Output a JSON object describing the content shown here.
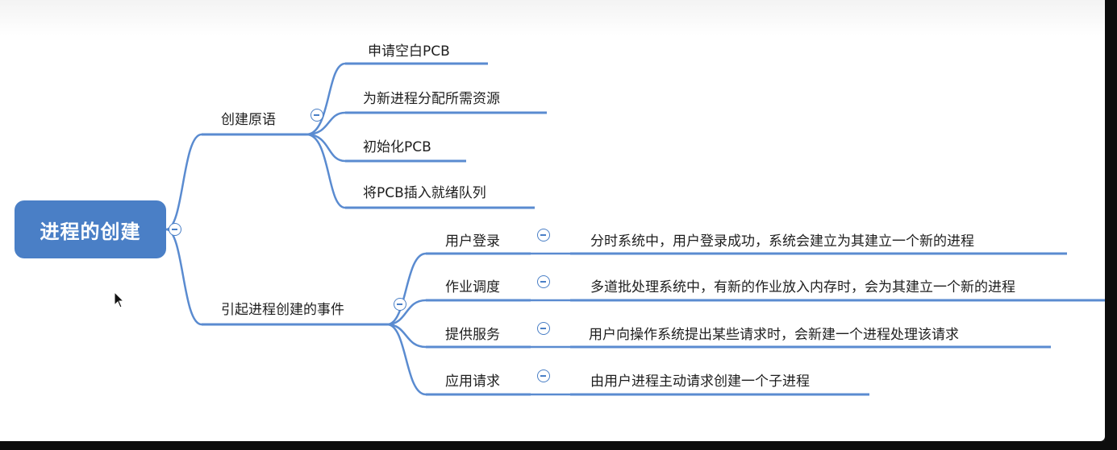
{
  "root": {
    "label": "进程的创建"
  },
  "branches": [
    {
      "label": "创建原语",
      "children": [
        "申请空白PCB",
        "为新进程分配所需资源",
        "初始化PCB",
        "将PCB插入就绪队列"
      ]
    },
    {
      "label": "引起进程创建的事件",
      "children": [
        {
          "label": "用户登录",
          "detail": "分时系统中，用户登录成功，系统会建立为其建立一个新的进程"
        },
        {
          "label": "作业调度",
          "detail": "多道批处理系统中，有新的作业放入内存时，会为其建立一个新的进程"
        },
        {
          "label": "提供服务",
          "detail": "用户向操作系统提出某些请求时，会新建一个进程处理该请求"
        },
        {
          "label": "应用请求",
          "detail": "由用户进程主动请求创建一个子进程"
        }
      ]
    }
  ],
  "colors": {
    "accent": "#4a7fc6",
    "line": "#5a8bd0"
  },
  "icons": {
    "collapse": "minus-circle-icon",
    "pointer": "mouse-cursor-icon"
  }
}
